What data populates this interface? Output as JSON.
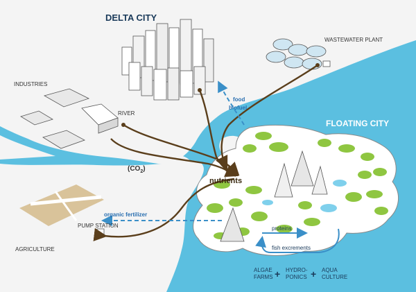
{
  "labels": {
    "delta_city": "DELTA CITY",
    "wastewater_plant": "WASTEWATER PLANT",
    "industries": "INDUSTRIES",
    "river": "RIVER",
    "floating_city": "FLOATING CITY",
    "food": "food",
    "biofuel": "biofuel",
    "co2_open": "(CO",
    "co2_sub": "2",
    "co2_close": ")",
    "nutrients": "nutrients",
    "organic_fertilizer": "organic fertilizer",
    "pump_station": "PUMP STATION",
    "agriculture": "AGRICULTURE",
    "proteins": "proteins",
    "fish_excrements": "fish excrements"
  },
  "legend": {
    "algae_line1": "ALGAE",
    "algae_line2": "FARMS",
    "plus1": "+",
    "hydro_line1": "HYDRO-",
    "hydro_line2": "PONICS",
    "plus2": "+",
    "aqua_line1": "AQUA",
    "aqua_line2": "CULTURE"
  },
  "colors": {
    "water": "#5bbfe0",
    "land": "#f4f4f4",
    "flow_arrow": "#5a3e1b",
    "dashed_arrow": "#3a8fc8",
    "label_blue": "#2a6fb0",
    "floating_title": "#ffffff",
    "greenery": "#8fc641",
    "farmland": "#d9c39a"
  }
}
